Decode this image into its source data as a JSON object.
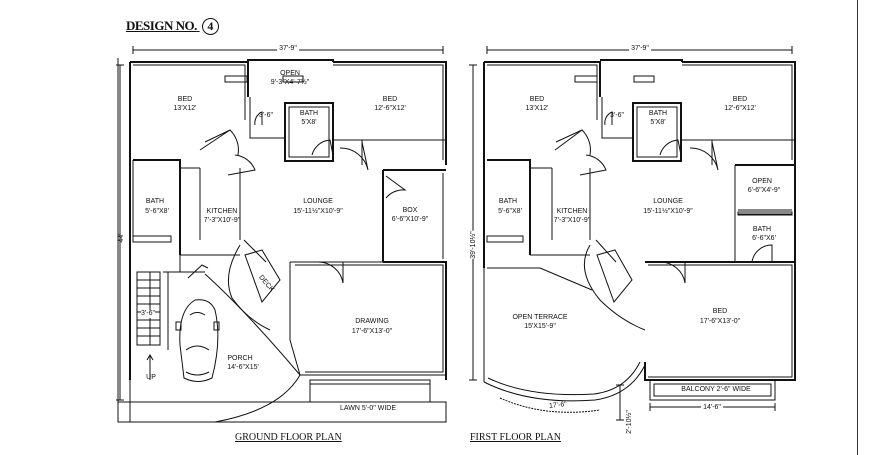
{
  "title_prefix": "DESIGN NO.",
  "design_number": "4",
  "ground_floor": {
    "width_dim": "37'-9\"",
    "depth_dim": "44'",
    "caption": "GROUND FLOOR PLAN",
    "rooms": {
      "bed1": {
        "name": "BED",
        "size": "13'X12'"
      },
      "open": {
        "name": "OPEN",
        "size": "9'-3\"X4'-7½\""
      },
      "bath_small": {
        "name": "BATH",
        "size": "5'X8'"
      },
      "gap": "3'-6\"",
      "bed2": {
        "name": "BED",
        "size": "12'-6\"X12'"
      },
      "bath": {
        "name": "BATH",
        "size": "5'-6\"X8'"
      },
      "kitchen": {
        "name": "KITCHEN",
        "size": "7'-3\"X10'-9\""
      },
      "lounge": {
        "name": "LOUNGE",
        "size": "15'-11½\"X10'-9\""
      },
      "box": {
        "name": "BOX",
        "size": "6'-6\"X10'-9\""
      },
      "deck": "DECK",
      "stair_dim": "3'-6\"",
      "drawing": {
        "name": "DRAWING",
        "size": "17'-6\"X13'-0\""
      },
      "porch": {
        "name": "PORCH",
        "size": "14'-6\"X15'"
      },
      "up": "UP",
      "lawn": "LAWN 5'-0\" WIDE"
    }
  },
  "first_floor": {
    "width_dim": "37'-9\"",
    "depth_dim": "39'-10½\"",
    "caption": "FIRST FLOOR PLAN",
    "rooms": {
      "bed1": {
        "name": "BED",
        "size": "13'X12'"
      },
      "bath_small": {
        "name": "BATH",
        "size": "5'X8'"
      },
      "gap": "3'-6\"",
      "bed2": {
        "name": "BED",
        "size": "12'-6\"X12'"
      },
      "bath": {
        "name": "BATH",
        "size": "5'-6\"X8'"
      },
      "kitchen": {
        "name": "KITCHEN",
        "size": "7'-3\"X10'-9\""
      },
      "lounge": {
        "name": "LOUNGE",
        "size": "15'-11½\"X10'-9\""
      },
      "open": {
        "name": "OPEN",
        "size": "6'-6\"X4'-9\""
      },
      "bath2": {
        "name": "BATH",
        "size": "6'-6\"X6'"
      },
      "terrace": {
        "name": "OPEN TERRACE",
        "size": "15'X15'-9\""
      },
      "bed3": {
        "name": "BED",
        "size": "17'-6\"X13'-0\""
      },
      "arc_dim": "17'-6\"",
      "side_dim": "2'-10½\"",
      "balcony": "BALCONY 2'-6\" WIDE",
      "balcony_dim": "14'-6\""
    }
  }
}
